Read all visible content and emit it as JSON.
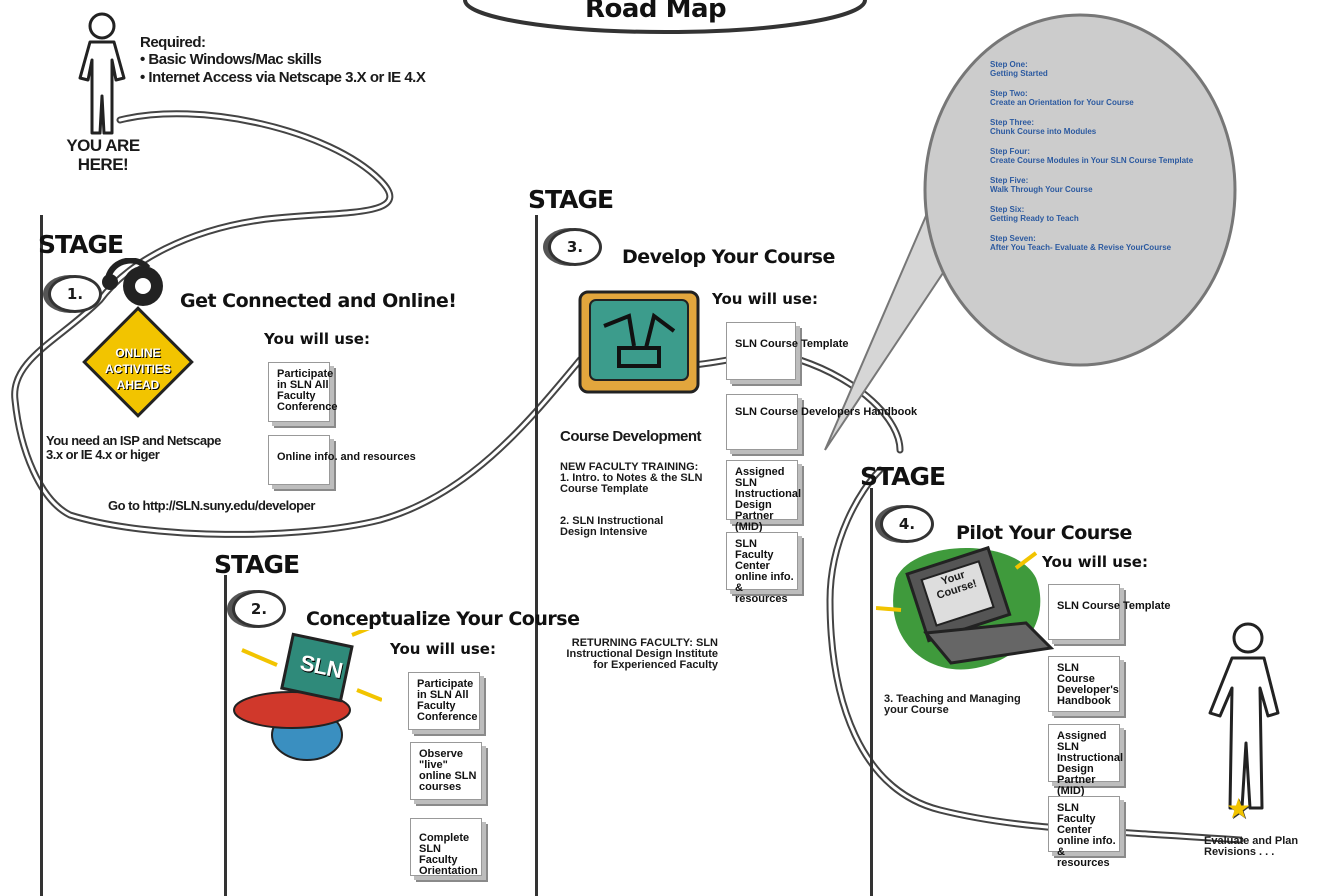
{
  "header": {
    "title": "Road Map"
  },
  "intro": {
    "required_title": "Required:",
    "required_items": [
      "Basic Windows/Mac skills",
      "Internet Access via Netscape 3.X or IE 4.X"
    ],
    "you_are_here": "YOU ARE HERE!"
  },
  "stages": [
    {
      "stage_word": "STAGE",
      "number": "1.",
      "title": "Get Connected and Online!",
      "you_will_use": "You will use:",
      "items": [
        "Participate in SLN All Faculty Conference",
        "Online info. and resources"
      ],
      "sign_text": "ONLINE ACTIVITIES AHEAD",
      "note": "You need an ISP and Netscape 3.x or IE 4.x or higer",
      "goto": "Go to http://SLN.suny.edu/developer"
    },
    {
      "stage_word": "STAGE",
      "number": "2.",
      "title": "Conceptualize Your Course",
      "you_will_use": "You will use:",
      "items": [
        "Participate in SLN All Faculty Conference",
        "Observe \"live\" online SLN courses",
        "Complete SLN Faculty Orientation"
      ],
      "monitor_text": "SLN"
    },
    {
      "stage_word": "STAGE",
      "number": "3.",
      "title": "Develop Your Course",
      "you_will_use": "You will use:",
      "items": [
        "SLN Course Template",
        "SLN Course Developers Handbook",
        "Assigned SLN Instructional Design Partner (MID)",
        "SLN Faculty Center online info. & resources"
      ],
      "course_dev_title": "Course Development",
      "course_dev_text1": "NEW FACULTY TRAINING: 1. Intro. to Notes & the SLN Course Template",
      "course_dev_text2": "2. SLN Instructional Design Intensive",
      "returning": "RETURNING FACULTY: SLN Instructional Design Institute for Experienced Faculty"
    },
    {
      "stage_word": "STAGE",
      "number": "4.",
      "title": "Pilot Your Course",
      "you_will_use": "You will use:",
      "items": [
        "SLN Course Template",
        "SLN Course Developer's Handbook",
        "Assigned SLN Instructional Design Partner (MID)",
        "SLN Faculty Center online info. & resources"
      ],
      "laptop_text": "Your Course!",
      "teaching_note": "3. Teaching and Managing your Course",
      "evaluate": "Evaluate and Plan Revisions . . ."
    }
  ],
  "bubble_steps": [
    {
      "step": "Step One:",
      "desc": "Getting Started"
    },
    {
      "step": "Step Two:",
      "desc": "Create an Orientation for Your Course"
    },
    {
      "step": "Step Three:",
      "desc": "Chunk Course into Modules"
    },
    {
      "step": "Step Four:",
      "desc": "Create Course Modules in Your SLN Course Template"
    },
    {
      "step": "Step Five:",
      "desc": "Walk Through Your Course"
    },
    {
      "step": "Step Six:",
      "desc": "Getting Ready to Teach"
    },
    {
      "step": "Step Seven:",
      "desc": "After You Teach- Evaluate & Revise YourCourse"
    }
  ],
  "colors": {
    "sign_yellow": "#f2c400",
    "bubble_fill": "#cccccc",
    "bubble_text": "#2c5aa0",
    "monitor_teal": "#2f8a7a",
    "hat_red": "#d0382b"
  }
}
